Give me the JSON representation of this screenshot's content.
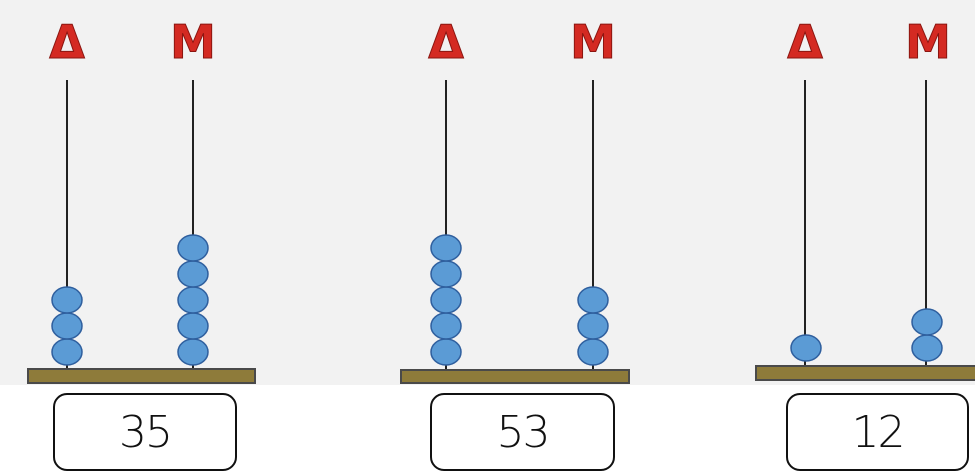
{
  "labels": {
    "tens": "Δ",
    "units": "M"
  },
  "colors": {
    "background_panel": "#f2f2f2",
    "label": "#d42a22",
    "rod": "#222222",
    "bead_fill": "#5b9bd5",
    "bead_stroke": "#2f5f9e",
    "base_fill": "#8e7b3a",
    "base_stroke": "#4a4a4a"
  },
  "abacuses": [
    {
      "tens": 3,
      "units": 5,
      "answer": "35"
    },
    {
      "tens": 5,
      "units": 3,
      "answer": "53"
    },
    {
      "tens": 1,
      "units": 2,
      "answer": "12"
    }
  ]
}
